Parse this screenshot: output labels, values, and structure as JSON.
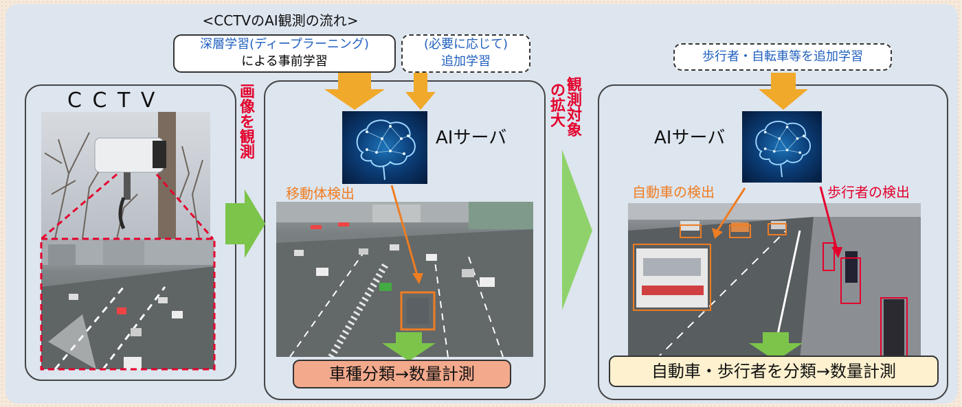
{
  "title": "<CCTVのAI観測の流れ>",
  "notes": {
    "pretrain": [
      "深層学習(ディープラーニング)",
      "による事前学習"
    ],
    "additional": [
      "(必要に応じて)",
      "追加学習"
    ],
    "ped_bike": "歩行者・自転車等を追加学習"
  },
  "cctv": {
    "title": "C C T V"
  },
  "vertical": {
    "observe": [
      "画",
      "像",
      "を",
      "観",
      "測"
    ],
    "expand_col1": [
      "の",
      "拡",
      "大"
    ],
    "expand_col2": [
      "観",
      "測",
      "対",
      "象"
    ]
  },
  "middle": {
    "ai_label": "AIサーバ",
    "moving_detect": "移動体検出",
    "result": "車種分類→数量計測"
  },
  "right": {
    "ai_label": "AIサーバ",
    "car_detect": "自動車の検出",
    "ped_detect": "歩行者の検出",
    "result": "自動車・歩行者を分類→数量計測"
  },
  "colors": {
    "orange_arrow": "#f0a92a",
    "green_arrow": "#7cc44a",
    "panel_bg": "#dde5ef",
    "red": "#e4002b",
    "orange": "#ef7d22",
    "result_mid": "#f3a98c",
    "result_right": "#fdf1cf"
  },
  "icons": [
    "brain-network-icon",
    "cctv-camera-icon"
  ]
}
